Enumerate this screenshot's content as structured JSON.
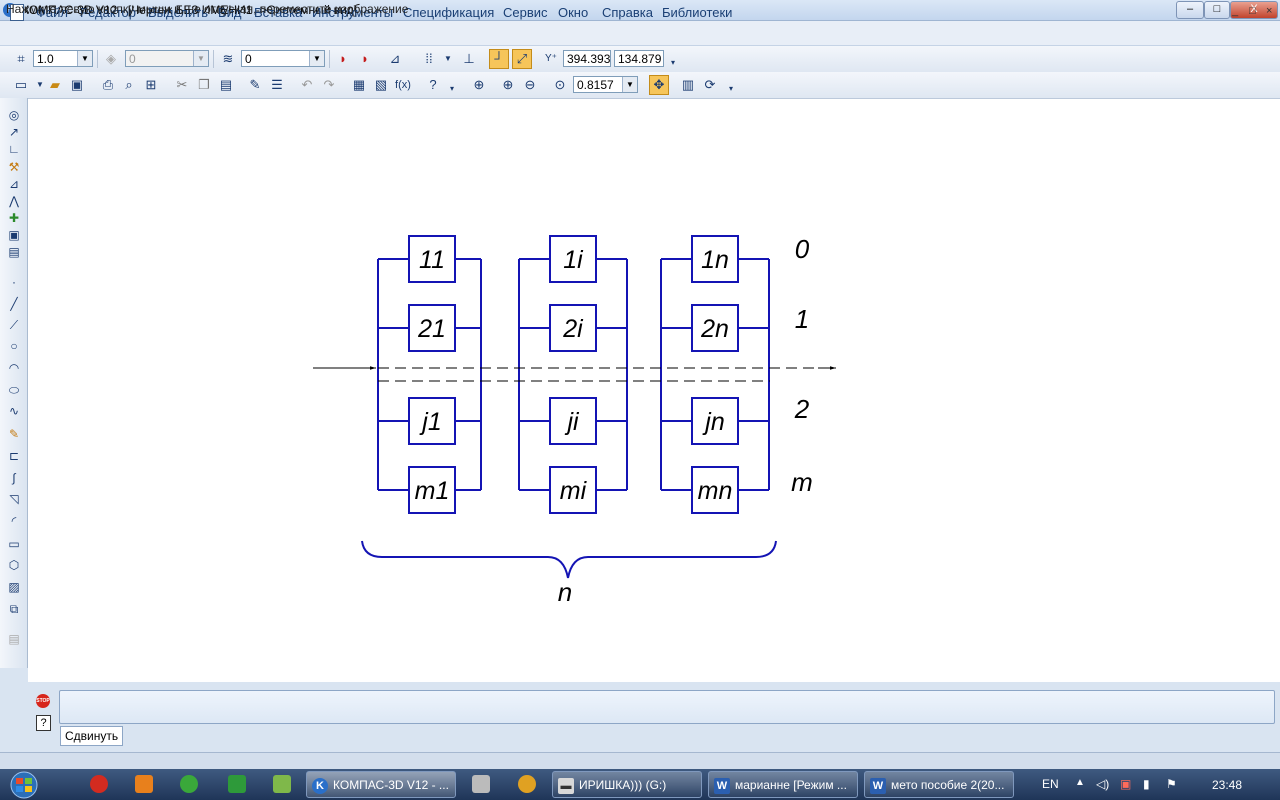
{
  "window": {
    "title": "КОМПАС-3D V12 - [Чертеж БЕЗ ИМЕНИ1 ->Системный вид]",
    "controls": {
      "minimize": "–",
      "maximize": "□",
      "close": "X"
    },
    "mdi_controls": {
      "minimize": "_",
      "restore": "□",
      "close": "×"
    }
  },
  "menu": [
    "Файл",
    "Редактор",
    "Выделить",
    "Вид",
    "Вставка",
    "Инструменты",
    "Спецификация",
    "Сервис",
    "Окно",
    "Справка",
    "Библиотеки"
  ],
  "toolbar1": {
    "step": "1.0",
    "angle_step": "0",
    "layer": "0",
    "coord_x": "394.393",
    "coord_y": "134.879"
  },
  "toolbar2": {
    "zoom": "0.8157"
  },
  "drawing": {
    "columns": [
      {
        "blocks": [
          "11",
          "21",
          "j1",
          "m1"
        ]
      },
      {
        "blocks": [
          "1i",
          "2i",
          "ji",
          "mi"
        ]
      },
      {
        "blocks": [
          "1n",
          "2n",
          "jn",
          "mn"
        ]
      }
    ],
    "row_labels": [
      "0",
      "1",
      "2",
      "m"
    ],
    "brace_label": "n"
  },
  "bottom_panel": {
    "tab_label": "Сдвинуть"
  },
  "status": {
    "text": "Нажмите левую кнопку мыши и, не отпуская, переместите изображение"
  },
  "taskbar": {
    "tasks": [
      {
        "label": "КОМПАС-3D V12 - ..."
      },
      {
        "label": "ИРИШКА))) (G:)"
      },
      {
        "label": "марианне [Режим ..."
      },
      {
        "label": "мето пособие 2(20..."
      }
    ],
    "language": "EN",
    "time": "23:48"
  },
  "colors": {
    "drawing_blue": "#1414b4",
    "canvas": "#ffffff",
    "taskbar": "#27406a"
  }
}
